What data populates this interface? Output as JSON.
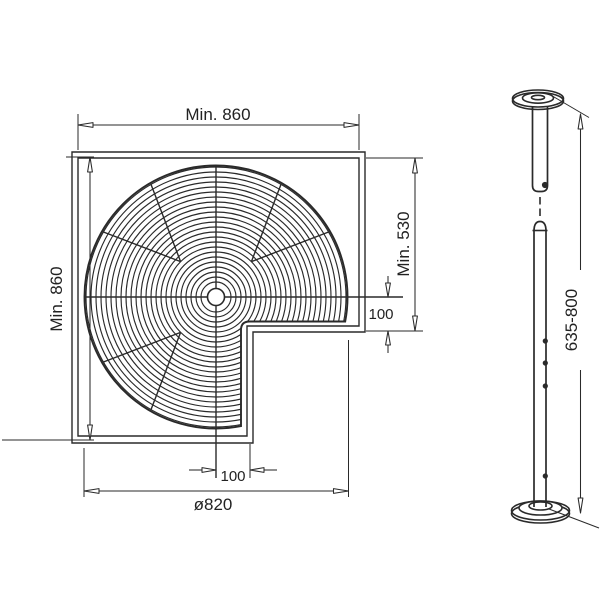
{
  "top_view": {
    "width_label": "Min. 860",
    "height_label": "Min. 860",
    "depth_label": "Min. 530",
    "center_offset_right_label": "100",
    "center_offset_bottom_label": "100",
    "diameter_label": "ø820"
  },
  "side_view": {
    "height_range_label": "635-800"
  },
  "colors": {
    "line": "#2a2a2a",
    "background": "#ffffff"
  }
}
